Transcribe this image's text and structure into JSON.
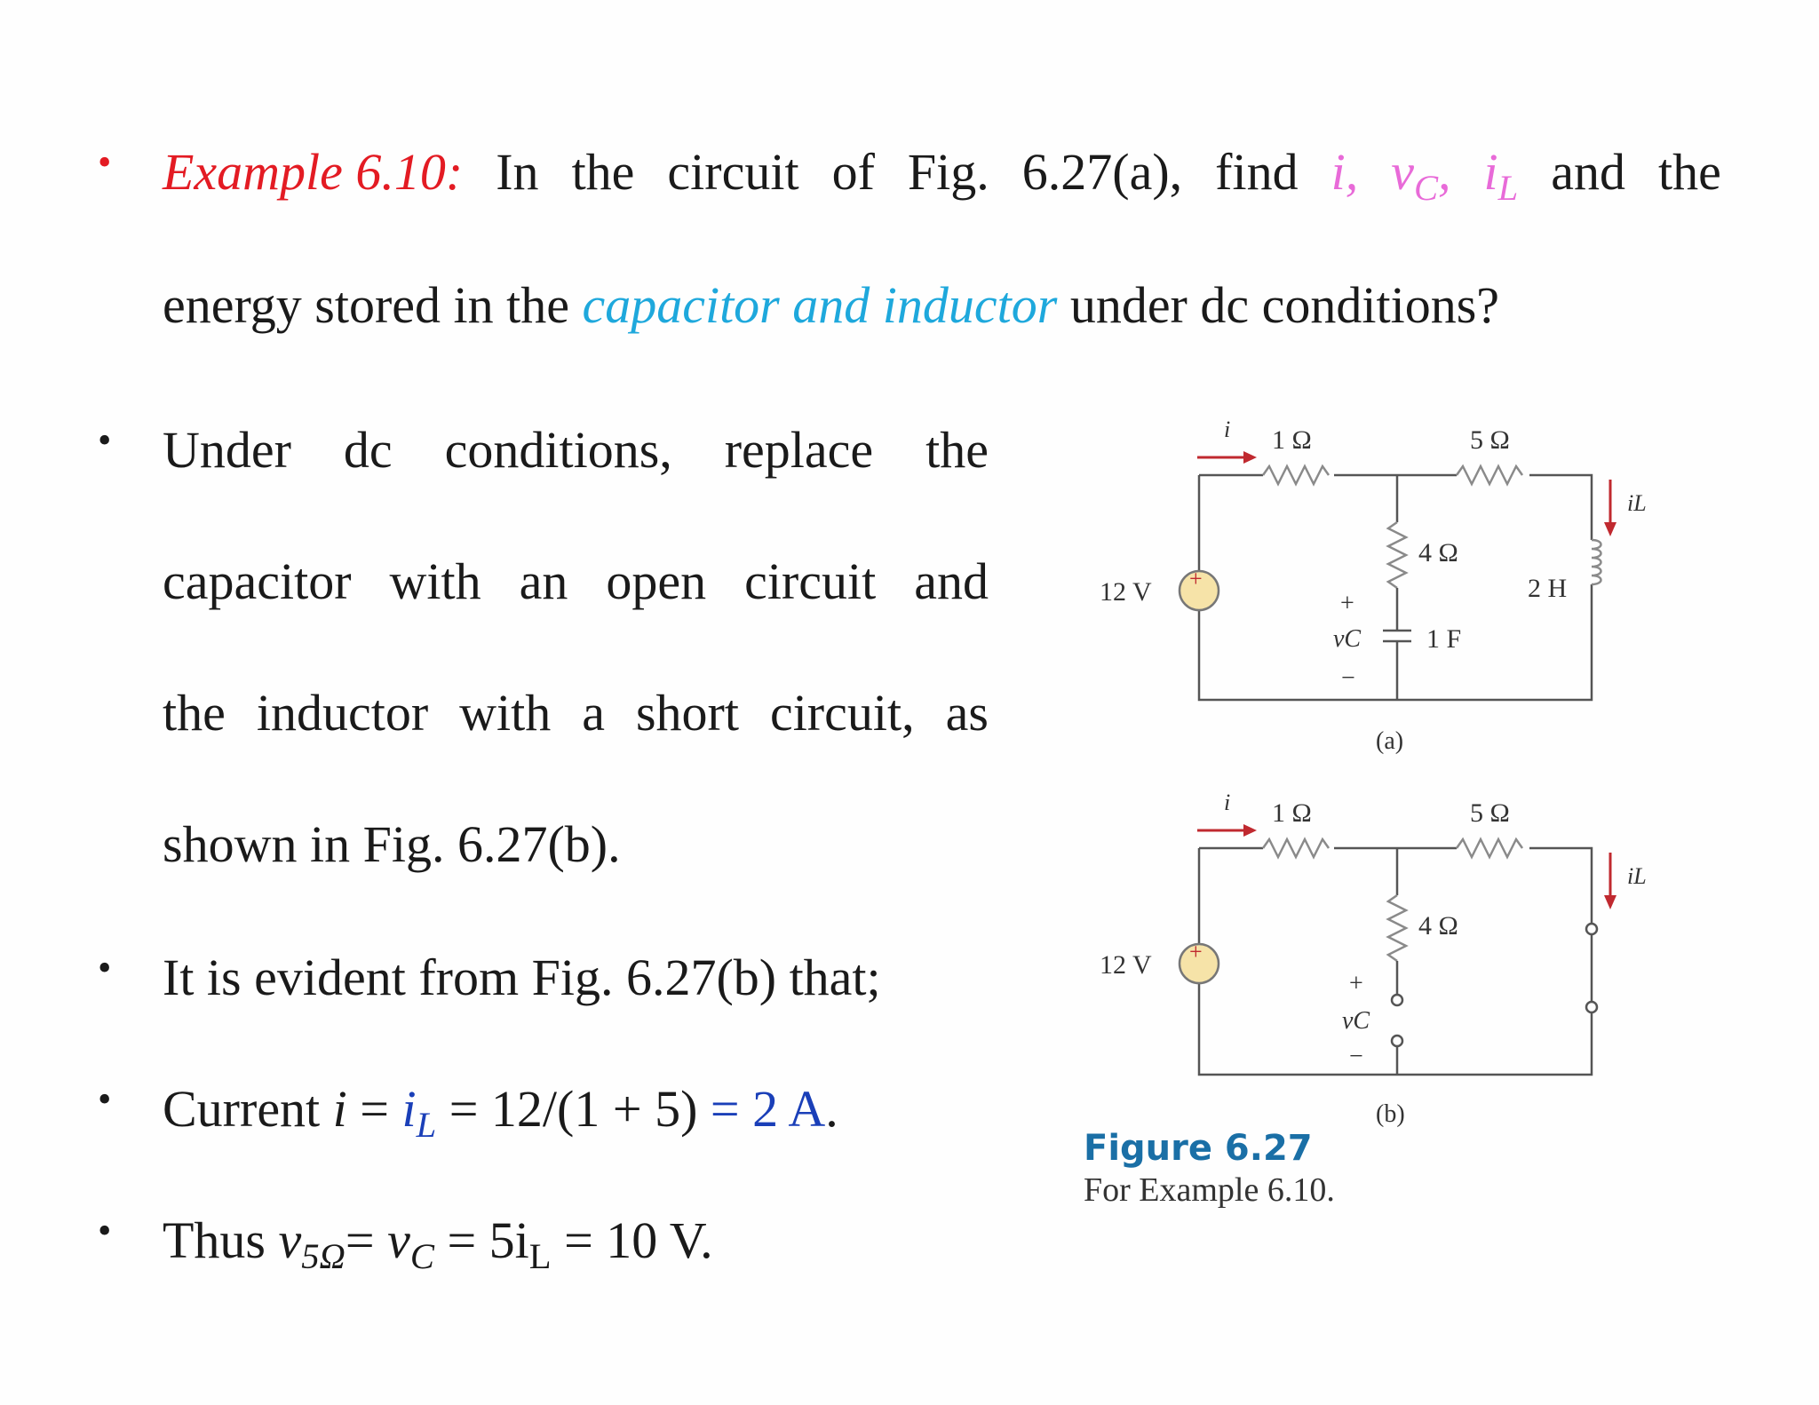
{
  "bullets": {
    "b1": {
      "example_label": "Example 6.10:",
      "w1": "In",
      "w2": "the",
      "w3": "circuit",
      "w4": "of",
      "w5": "Fig.",
      "w6": "6.27(a),",
      "w7": "find",
      "i_sym": "i,",
      "vc_v": "v",
      "vc_sub": "C",
      "vc_comma": ",",
      "il_i": "i",
      "il_sub": "L",
      "w8": "and",
      "w9": "the",
      "line2_pre": "energy stored in the",
      "line2_em": "capacitor and inductor",
      "line2_post": "under dc conditions?"
    },
    "b2": {
      "l1": [
        "Under",
        "dc",
        "conditions,",
        "replace",
        "the"
      ],
      "l2": [
        "capacitor",
        "with",
        "an",
        "open",
        "circuit",
        "and"
      ],
      "l3": [
        "the",
        "inductor",
        "with",
        "a",
        "short",
        "circuit,",
        "as"
      ],
      "l4": "shown in Fig. 6.27(b)."
    },
    "b3": {
      "text": "It is evident from Fig. 6.27(b) that;"
    },
    "b4": {
      "pre": "Current ",
      "i": "i",
      "eq1": " = ",
      "il_i": "i",
      "il_sub": "L",
      "eq2": " = 12/(1 + 5) ",
      "result": "= 2 A",
      "end": "."
    },
    "b5": {
      "pre": "Thus ",
      "v": "v",
      "v_sub": "5Ω",
      "eq1": "= ",
      "vc": "v",
      "vc_sub": "C",
      "eq2": " = 5i",
      "il_sub": "L",
      "eq3": " = 10 V."
    }
  },
  "figure": {
    "title": "Figure 6.27",
    "subtitle": "For Example 6.10.",
    "a": {
      "i_label": "i",
      "r1": "1 Ω",
      "r2": "5 Ω",
      "r3": "4 Ω",
      "source": "12 V",
      "plus": "+",
      "cap": "1 F",
      "vc_plus": "+",
      "vc": "vC",
      "vc_minus": "−",
      "ind": "2 H",
      "il": "iL",
      "caption": "(a)"
    },
    "b": {
      "i_label": "i",
      "r1": "1 Ω",
      "r2": "5 Ω",
      "r3": "4 Ω",
      "source": "12 V",
      "plus": "+",
      "vc_plus": "+",
      "vc": "vC",
      "vc_minus": "−",
      "il": "iL",
      "caption": "(b)"
    }
  }
}
